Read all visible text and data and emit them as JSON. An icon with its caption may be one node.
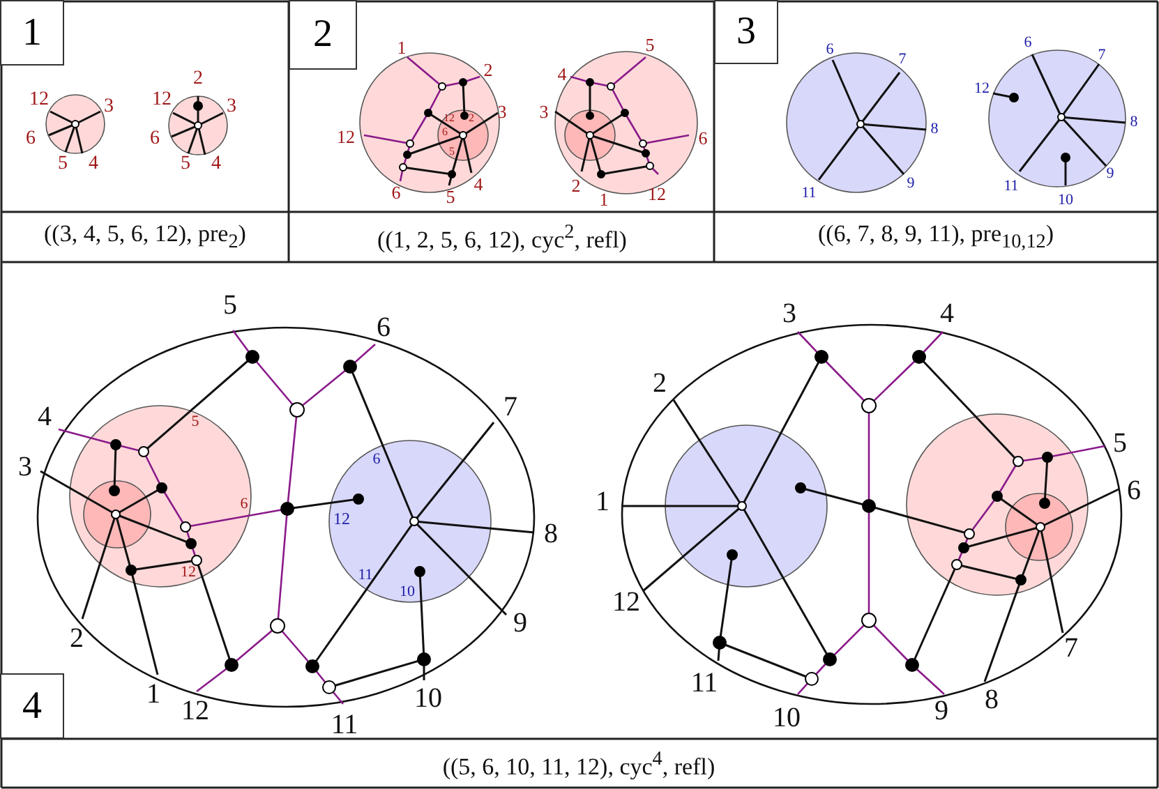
{
  "diagram": {
    "nodes": [
      {
        "text": [
          "1"
        ]
      },
      {
        "text": [
          "2"
        ]
      },
      {
        "text": [
          "3"
        ]
      },
      {
        "text": [
          "4"
        ]
      }
    ],
    "labels": [
      "12",
      "3",
      "6",
      "5",
      "4",
      "2",
      "12",
      "3",
      "6",
      "5",
      "4",
      "1",
      "2",
      "3",
      "12",
      "2",
      "6",
      "5",
      "12",
      "6",
      "5",
      "4",
      "5",
      "4",
      "3",
      "6",
      "2",
      "1",
      "12",
      "6",
      "7",
      "8",
      "9",
      "11",
      "6",
      "7",
      "12",
      "8",
      "9",
      "11",
      "10",
      "((3, 4, 5, 6, 12), pre$_{2}$)",
      "((1, 2, 5, 6, 12), cyc$^{2}$, refl)",
      "((6, 7, 8, 9, 11), pre$_{10,12}$)",
      "5",
      "6",
      "7",
      "4",
      "3",
      "5",
      "6",
      "6",
      "12",
      "8",
      "12",
      "11",
      "10",
      "9",
      "2",
      "1",
      "12",
      "11",
      "10",
      "3",
      "4",
      "2",
      "5",
      "6",
      "1",
      "12",
      "7",
      "11",
      "10",
      "9",
      "8",
      "((5, 6, 10, 11, 12), cyc$^{4}$, refl)"
    ]
  }
}
